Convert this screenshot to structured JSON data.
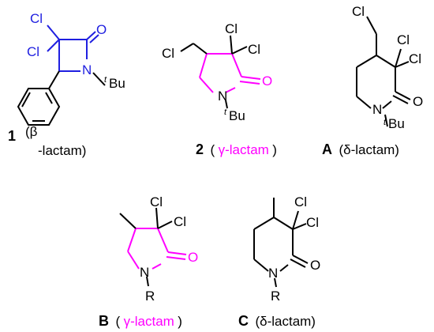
{
  "colors": {
    "black": "#000000",
    "blue": "#1f1fe0",
    "magenta": "#ff00ff"
  },
  "atoms": {
    "cl": "Cl",
    "o": "O",
    "n": "N",
    "tbu_sup": "t",
    "tbu": "Bu",
    "r": "R"
  },
  "structures": [
    {
      "id": "1",
      "label_num": "1",
      "label_open": "(β",
      "label_rest": "-lactam)",
      "ring": "β-lactam"
    },
    {
      "id": "2",
      "label_num": "2",
      "label_open": "(",
      "label_greek": "γ-lactam",
      "label_close": ")",
      "ring": "γ-lactam"
    },
    {
      "id": "A",
      "label_num": "A",
      "label_text": "(δ-lactam)",
      "ring": "δ-lactam"
    },
    {
      "id": "B",
      "label_num": "B",
      "label_open": "(",
      "label_greek": "γ-lactam",
      "label_close": ")",
      "ring": "γ-lactam"
    },
    {
      "id": "C",
      "label_num": "C",
      "label_text": "(δ-lactam)",
      "ring": "δ-lactam"
    }
  ]
}
